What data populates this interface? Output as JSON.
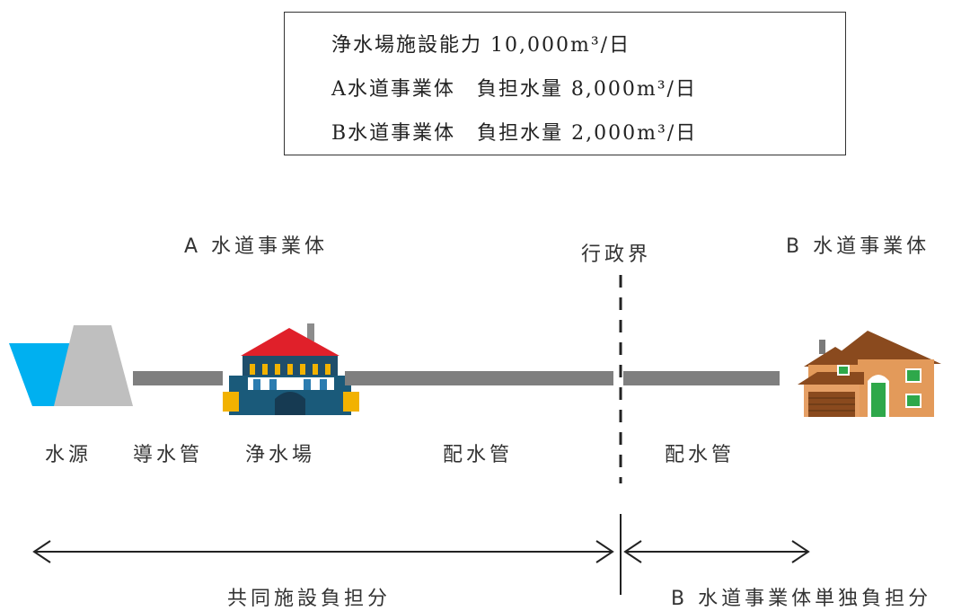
{
  "info_box": {
    "line1": "浄水場施設能力 10,000m³/日",
    "line2": "A水道事業体　負担水量 8,000m³/日",
    "line3": "B水道事業体　負担水量 2,000m³/日"
  },
  "labels": {
    "utility_a": "A 水道事業体",
    "utility_b": "B 水道事業体",
    "boundary": "行政界",
    "water_source": "水源",
    "conveyance_pipe": "導水管",
    "treatment_plant": "浄水場",
    "distribution_pipe_a": "配水管",
    "distribution_pipe_b": "配水管",
    "shared_cost": "共同施設負担分",
    "b_sole_cost": "B 水道事業体単独負担分"
  },
  "icons": {
    "water_source": "dam-icon",
    "treatment_plant": "water-treatment-plant-icon",
    "house": "house-icon"
  },
  "colors": {
    "pipe": "#7f7f7f",
    "water": "#00b0f0",
    "dam": "#bfbfbf",
    "plant_roof": "#e0202a",
    "plant_body": "#1f4e6b",
    "house_wall": "#e39a5a",
    "house_roof": "#8a4a1e"
  }
}
